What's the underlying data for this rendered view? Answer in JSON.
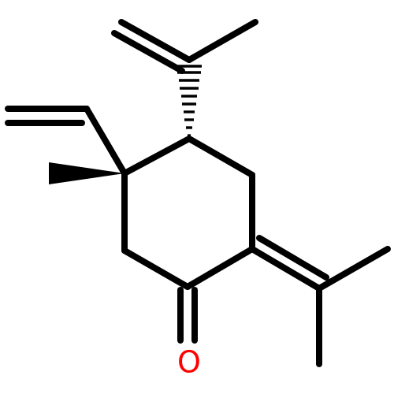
{
  "molecule": {
    "atoms": [
      {
        "id": "O1",
        "symbol": "O",
        "label": "O",
        "color": "#ff0000"
      }
    ]
  },
  "colors": {
    "bond": "#000000",
    "oxygen": "#ff0000",
    "background": "#ffffff"
  }
}
